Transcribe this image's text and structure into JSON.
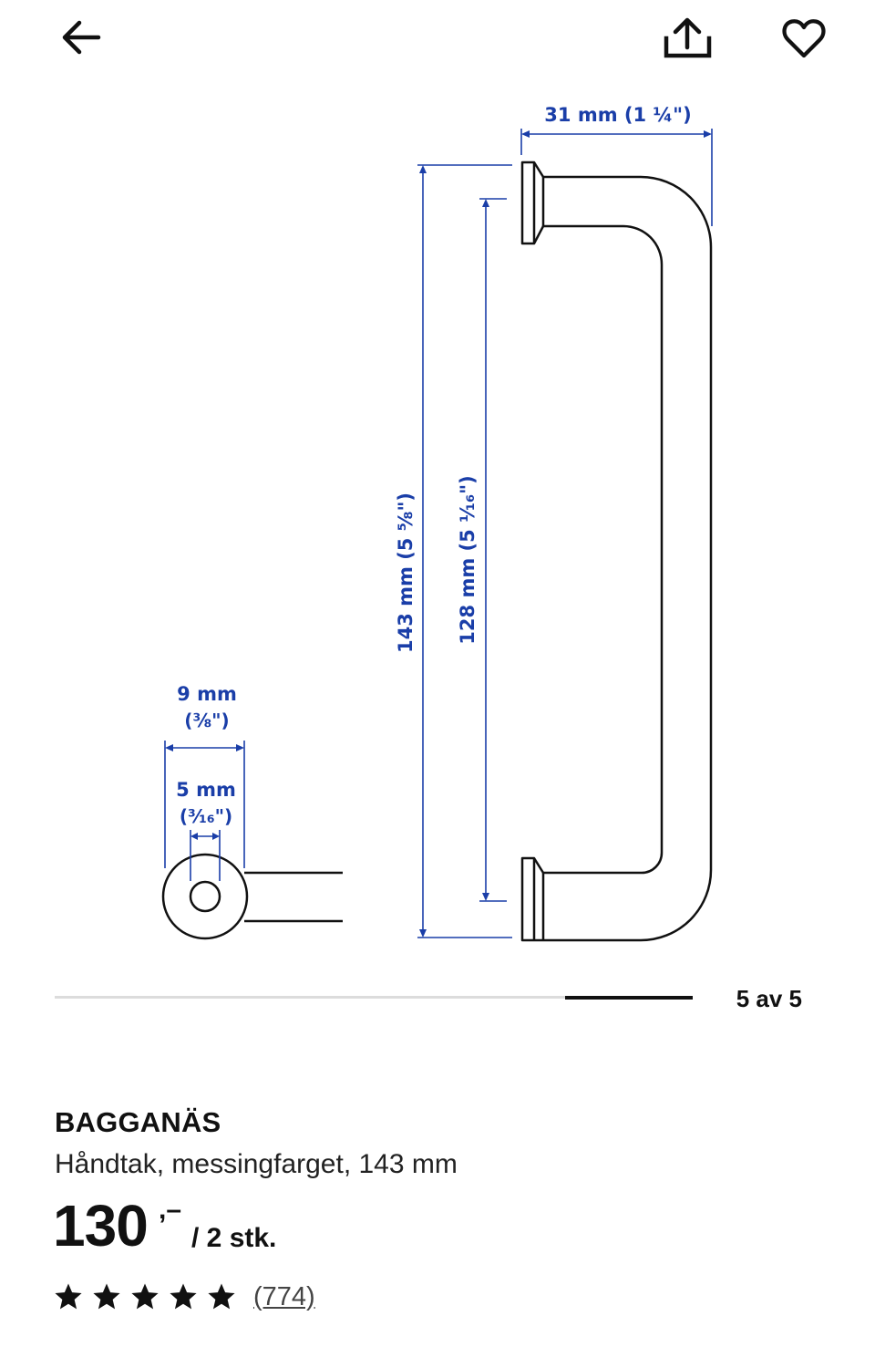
{
  "nav": {
    "back_icon": "arrow-left-icon",
    "share_icon": "share-upload-icon",
    "favorite_icon": "heart-outline-icon"
  },
  "diagram": {
    "line_color": "#111111",
    "dimension_color": "#1a3ea8",
    "labels": {
      "depth": "31 mm (1 ¼\")",
      "length_total": "143 mm (5 ⅝\")",
      "hole_distance": "128 mm (5 ¹⁄₁₆\")",
      "base_diameter_mm": "9 mm",
      "base_diameter_in": "(⅜\")",
      "hole_diameter_mm": "5 mm",
      "hole_diameter_in": "(³⁄₁₆\")"
    }
  },
  "gallery": {
    "current": 5,
    "total": 5,
    "label": "5 av 5"
  },
  "product": {
    "name": "BAGGANÄS",
    "description": "Håndtak, messingfarget, 143 mm",
    "price": "130",
    "price_suffix": ",–",
    "unit": "/ 2 stk.",
    "rating": 5,
    "review_count": "(774)"
  }
}
